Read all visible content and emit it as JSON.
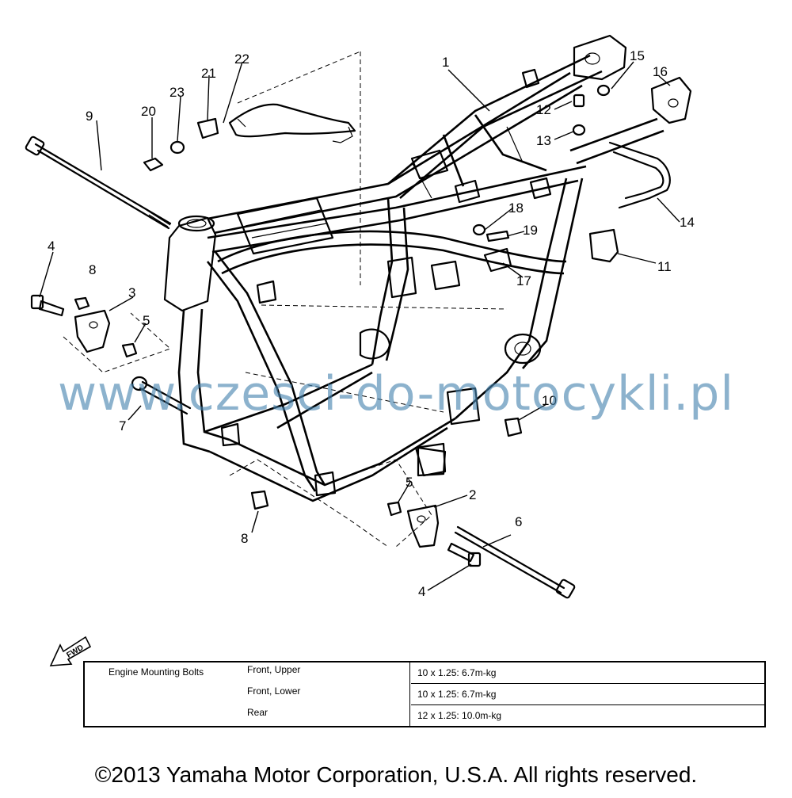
{
  "callouts": [
    "1",
    "2",
    "3",
    "4",
    "5",
    "6",
    "7",
    "8",
    "9",
    "10",
    "11",
    "12",
    "13",
    "14",
    "15",
    "16",
    "17",
    "18",
    "19",
    "20",
    "21",
    "22",
    "23"
  ],
  "fwd_label": "FWD",
  "spec_table": {
    "heading": "Engine Mounting Bolts",
    "rows": [
      {
        "position": "Front, Upper",
        "spec": "10 x 1.25: 6.7m-kg"
      },
      {
        "position": "Front, Lower",
        "spec": "10 x 1.25: 6.7m-kg"
      },
      {
        "position": "Rear",
        "spec": "12 x 1.25: 10.0m-kg"
      }
    ]
  },
  "watermark": "www.czesci-do-motocykli.pl",
  "copyright": "©2013 Yamaha Motor Corporation, U.S.A. All rights reserved."
}
